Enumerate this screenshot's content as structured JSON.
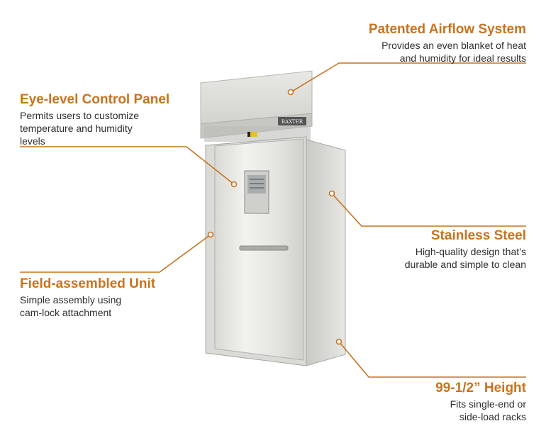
{
  "colors": {
    "accent": "#c8731f",
    "text": "#2e2e2e"
  },
  "product": {
    "brand_plate": "BAXTER"
  },
  "callouts": [
    {
      "title": "Patented Airflow System",
      "body": "Provides an even blanket of heat\nand humidity for ideal results"
    },
    {
      "title": "Eye-level Control Panel",
      "body": "Permits users to customize\ntemperature and humidity\nlevels"
    },
    {
      "title": "Stainless Steel",
      "body": "High-quality design that’s\ndurable and simple to clean"
    },
    {
      "title": "Field-assembled Unit",
      "body": "Simple assembly using\ncam-lock attachment"
    },
    {
      "title": "99-1/2” Height",
      "body": "Fits single-end or\nside-load racks"
    }
  ]
}
